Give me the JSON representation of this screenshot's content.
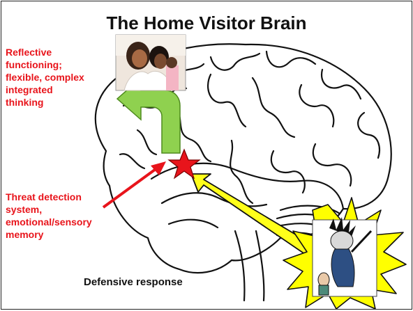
{
  "slide": {
    "title": "The Home Visitor Brain",
    "label_top": "Reflective\nfunctioning;\nflexible, complex\nintegrated\nthinking",
    "label_bottom": "Threat detection\nsystem,\nemotional/sensory\nmemory",
    "caption": "Defensive response"
  },
  "icons": {
    "brain": "brain-illustration",
    "photo_top": "family-photo",
    "photo_bottom": "angry-parent-cartoon",
    "star": "red-star-icon"
  },
  "colors": {
    "label_red": "#e8141b",
    "arrow_green": "#8fd14f",
    "arrow_yellow": "#ffff1a",
    "burst_yellow": "#ffff00"
  }
}
